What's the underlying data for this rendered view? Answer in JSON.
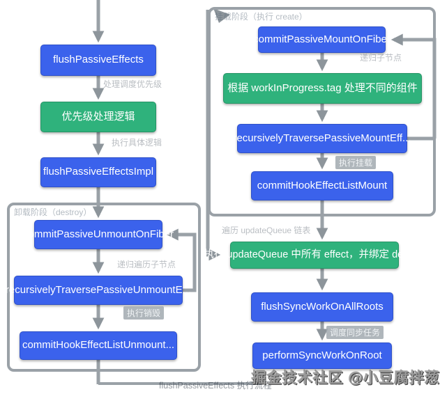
{
  "diagram": {
    "colors": {
      "node_blue": "#3b62ec",
      "node_green": "#2fb27c",
      "connector_gray": "#9aa1a7",
      "arrowhead_gray": "#8d959b"
    },
    "nodes": {
      "flush_passive_effects": {
        "label": "flushPassiveEffects"
      },
      "priority_logic": {
        "label": "优先级处理逻辑"
      },
      "flush_passive_effects_impl": {
        "label": "flushPassiveEffectsImpl"
      },
      "commit_passive_unmount_on_fiber": {
        "label": "commitPassiveUnmountOnFiber"
      },
      "recursively_traverse_passive_unmount": {
        "label": "recursivelyTraversePassiveUnmountE..."
      },
      "commit_hook_effect_list_unmount": {
        "label": "commitHookEffectListUnmount..."
      },
      "commit_passive_mount_on_fiber": {
        "label": "commitPassiveMountOnFiber"
      },
      "handle_by_tag": {
        "label": "根据 workInProgress.tag 处理不同的组件"
      },
      "recursively_traverse_passive_mount": {
        "label": "recursivelyTraversePassiveMountEff..."
      },
      "commit_hook_effect_list_mount": {
        "label": "commitHookEffectListMount"
      },
      "run_update_queue": {
        "label": "执行 updateQueue 中所有 effect，并绑定 destroy"
      },
      "flush_sync_work_on_all_roots": {
        "label": "flushSyncWorkOnAllRoots"
      },
      "perform_sync_work_on_root": {
        "label": "performSyncWorkOnRoot"
      }
    },
    "containers": {
      "unmount_phase": {
        "label": "卸载阶段（destroy）"
      },
      "mount_phase": {
        "label": "挂载阶段（执行 create）"
      }
    },
    "edge_labels": {
      "priority_edge": "处理调度优先级",
      "impl_edge": "执行具体逻辑",
      "unmount_recurse_edge": "递归遍历子节点",
      "unmount_destroy_chip": "执行销毁",
      "mount_recurse_edge": "递归子节点",
      "mount_chip": "执行挂载",
      "update_queue_edge": "遍历 updateQueue 链表",
      "sync_chip": "调度同步任务"
    },
    "caption": "flushPassiveEffects 执行流程",
    "watermark": "掘金技术社区 @小豆腐拌葱"
  }
}
